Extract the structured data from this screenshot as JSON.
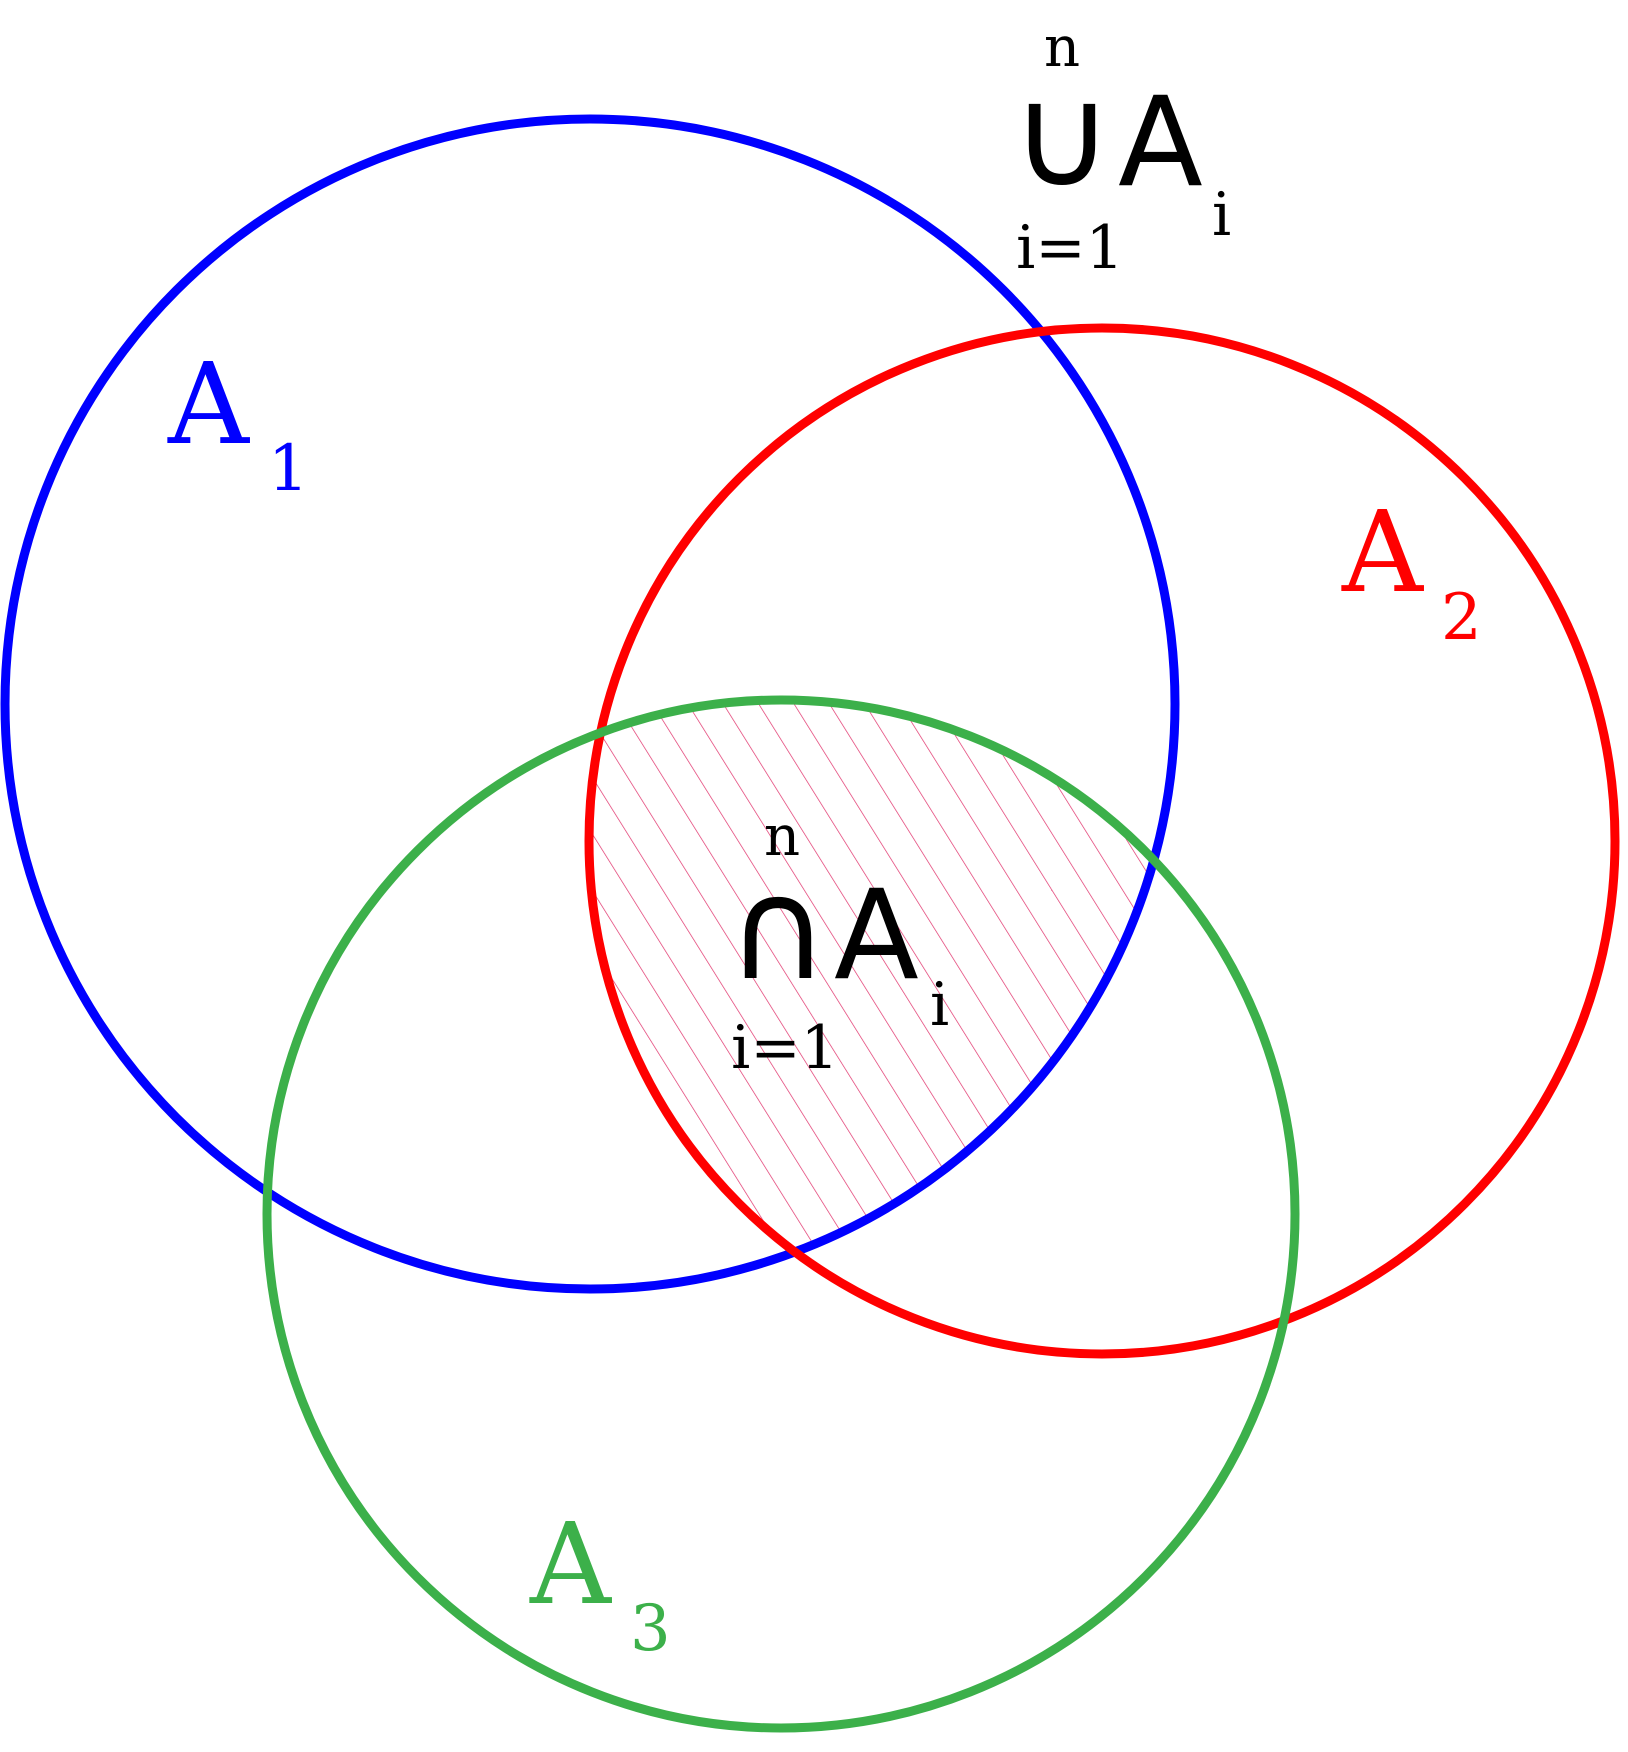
{
  "sets": [
    {
      "id": "A1",
      "letter": "A",
      "subscript": "1",
      "color": "#0000ff"
    },
    {
      "id": "A2",
      "letter": "A",
      "subscript": "2",
      "color": "#ff0000"
    },
    {
      "id": "A3",
      "letter": "A",
      "subscript": "3",
      "color": "#3cb04a"
    }
  ],
  "union_label": {
    "operator": "∪",
    "upper": "n",
    "lower": "i=1",
    "letter": "A",
    "subscript": "i"
  },
  "intersection_label": {
    "operator": "∩",
    "upper": "n",
    "lower": "i=1",
    "letter": "A",
    "subscript": "i"
  },
  "colors": {
    "text": "#000000",
    "hatch": "#e0306a",
    "background": "#ffffff"
  }
}
